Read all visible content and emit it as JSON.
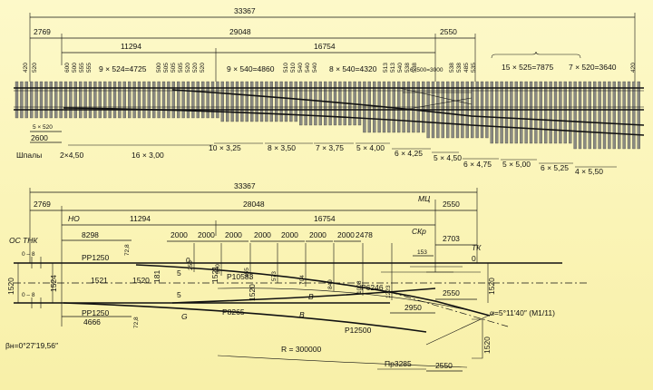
{
  "top": {
    "total": "33367",
    "left_2769": "2769",
    "mid_29048": "29048",
    "right_2550": "2550",
    "seg_11294": "11294",
    "seg_16754": "16754",
    "groups": {
      "g1": "9 × 524=4725",
      "g2": "9 × 540=4860",
      "g3": "8 × 540=4320",
      "g4": "6×500=3000",
      "g5": "15 × 525=7875",
      "g6": "7 × 520=3640"
    },
    "left_spacing": [
      "420",
      "520"
    ],
    "spacing_a": [
      "600",
      "500",
      "555",
      "555"
    ],
    "spacing_b": [
      "500",
      "505",
      "505",
      "505",
      "520",
      "520",
      "520"
    ],
    "spacing_c": [
      "510",
      "510",
      "540",
      "540",
      "540"
    ],
    "spacing_d": [
      "513",
      "513",
      "540",
      "538",
      "538"
    ],
    "spacing_e": [
      "538",
      "538",
      "485",
      "535"
    ],
    "right_spacing": "420",
    "left_5x520": "5 × 520",
    "left_2600": "2600",
    "sleepers_label": "Шпалы",
    "bottom_groups": [
      "2×4,50",
      "16 × 3,00",
      "10 × 3,25",
      "8 × 3,50",
      "7 × 3,75",
      "5 × 4,00",
      "6 × 4,25",
      "5 × 4,50",
      "6 × 4,75",
      "5 × 5,00",
      "6 × 5,25",
      "4 × 5,50"
    ]
  },
  "bottom": {
    "total": "33367",
    "left_2769": "2769",
    "mid_28048": "28048",
    "right_2550": "2550",
    "seg_11294": "11294",
    "seg_16754": "16754",
    "mc": "МЦ",
    "no": "НО",
    "os": "ОС",
    "tnk": "ТНК",
    "tk": "ТК",
    "skr": "СКр",
    "d_0_8_top": "0 – 8",
    "d_0_8_bot": "0 – 8",
    "d_1520_left": "1520",
    "d_1524": "1524",
    "d_1520_right": "1520",
    "d_8298": "8298",
    "d_72_8_top": "72,8",
    "d_72_8_bot": "72,8",
    "pr_top": "PP1250",
    "pr_bot": "PP1250",
    "d_4666": "4666",
    "d_1521": "1521",
    "d_1520_b": "1520",
    "d_181": "181",
    "d_5_a": "5",
    "d_5_b": "5",
    "d_0": "0",
    "d_1521_v": "1521",
    "d_1520_v": "1520",
    "ords_2000": [
      "2000",
      "2000",
      "2000",
      "2000",
      "2000",
      "2000",
      "2000"
    ],
    "d_2478": "2478",
    "d_2703": "2703",
    "d_153": "153",
    "d_0_tk": "0",
    "ord_vals": [
      "259",
      "350",
      "455",
      "573",
      "704",
      "849",
      "1008",
      "1223"
    ],
    "r_10583": "P10583",
    "r_6246": "P6246",
    "r_8265": "P8265",
    "r_12500": "P12500",
    "d_2550_b": "2550",
    "d_2950": "2950",
    "alpha": "α=5°11′40″ (M1/11)",
    "beta": "βн=0°27′19,56″",
    "g_label": "G",
    "b_label1": "B",
    "b_label2": "B",
    "big_r": "R = 300000",
    "pr_3285": "Пр3285",
    "d_2550_c": "2550",
    "d_1520_diag": "1520"
  }
}
